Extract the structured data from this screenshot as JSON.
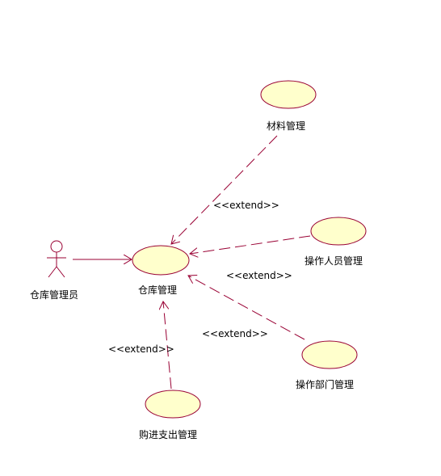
{
  "diagram": {
    "actor": {
      "label": "仓库管理员"
    },
    "use_cases": {
      "main": "仓库管理",
      "material": "材料管理",
      "personnel": "操作人员管理",
      "department": "操作部门管理",
      "purchase": "购进支出管理"
    },
    "relations": {
      "material_extend": "<<extend>>",
      "personnel_extend": "<<extend>>",
      "department_extend": "<<extend>>",
      "purchase_extend": "<<extend>>"
    },
    "colors": {
      "usecase_fill": "#ffffcc",
      "line": "#990033",
      "text": "#000000"
    }
  }
}
